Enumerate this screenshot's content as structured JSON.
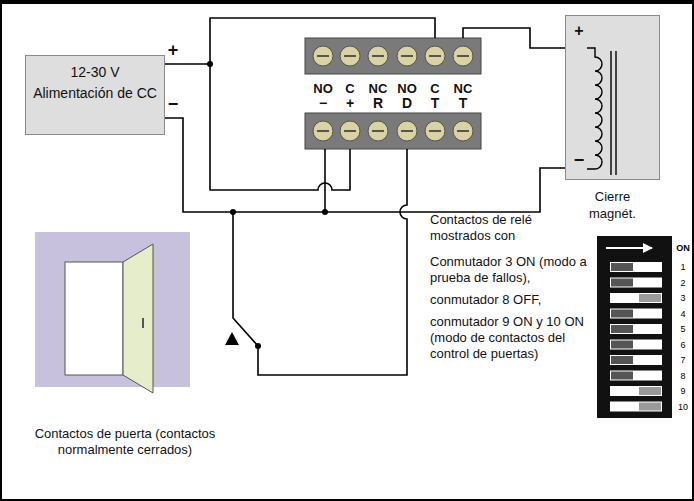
{
  "diagram": {
    "nodes": [
      {
        "text": [
          "12-30 V",
          "Alimentación de CC"
        ]
      },
      {
        "text": [
          "Cierre magnét."
        ]
      }
    ],
    "edges": [
      {
        "from": 0,
        "to": 1,
        "arrow": "none"
      }
    ],
    "labels": [
      "+",
      "−",
      "NO",
      "C",
      "NC",
      "NO",
      "C",
      "NC",
      "−",
      "+",
      "R",
      "D",
      "T",
      "T",
      "+",
      "−",
      "Contactos de relé mostrados con",
      "Conmutador 3 ON (modo a prueba de fallos),",
      "conmutador 8 OFF,",
      "conmutador 9 ON y 10 ON (modo de contactos del control de puertas)",
      "Contactos de puerta (contactos normalmente cerrados)",
      "ON",
      "1",
      "2",
      "3",
      "4",
      "5",
      "6",
      "7",
      "8",
      "9",
      "10"
    ]
  }
}
